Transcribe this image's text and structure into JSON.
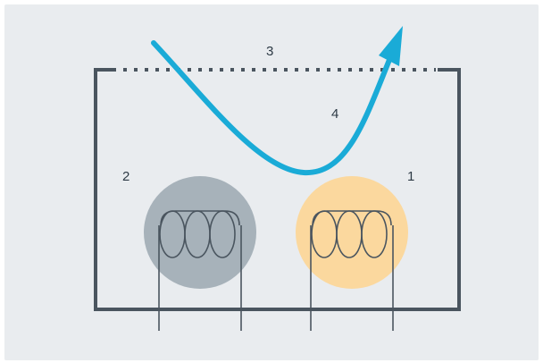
{
  "diagram": {
    "labels": {
      "label_1": "1",
      "label_2": "2",
      "label_3": "3",
      "label_4": "4"
    },
    "colors": {
      "panel": "#e9ecef",
      "frame": "#4a555f",
      "hot_disc": "#fbd89e",
      "cold_disc": "#a7b2ba",
      "coil": "#4a555f",
      "path_arrow": "#1aabd7",
      "text": "#2d3a45"
    },
    "elements": {
      "coil_left": "coil-icon",
      "coil_right": "coil-icon",
      "arrow": "curved-arrow-icon"
    }
  }
}
